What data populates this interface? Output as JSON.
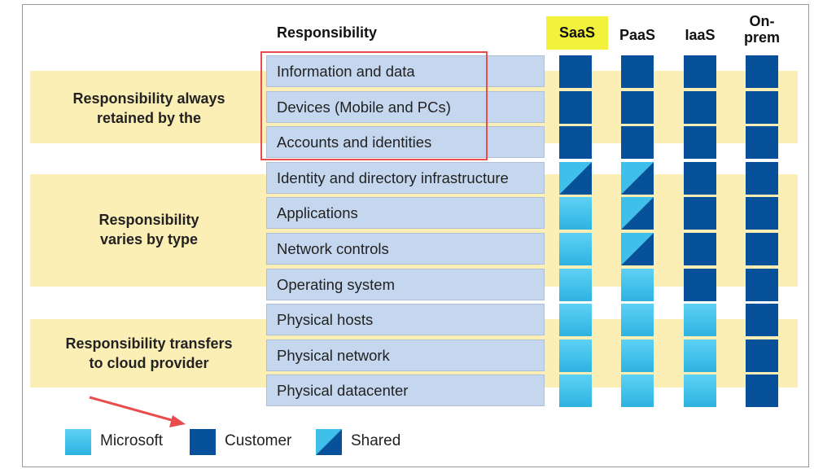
{
  "header": {
    "responsibility": "Responsibility"
  },
  "columns": [
    {
      "label": "SaaS",
      "highlight": true
    },
    {
      "label": "PaaS",
      "highlight": false
    },
    {
      "label": "IaaS",
      "highlight": false
    },
    {
      "label": "On-\nprem",
      "highlight": false
    }
  ],
  "groups": [
    {
      "label": "Responsibility always\nretained by the"
    },
    {
      "label": "Responsibility\nvaries by type"
    },
    {
      "label": "Responsibility transfers\nto cloud provider"
    }
  ],
  "rows": [
    {
      "label": "Information and data",
      "cells": [
        "customer",
        "customer",
        "customer",
        "customer"
      ]
    },
    {
      "label": "Devices (Mobile and PCs)",
      "cells": [
        "customer",
        "customer",
        "customer",
        "customer"
      ]
    },
    {
      "label": "Accounts and identities",
      "cells": [
        "customer",
        "customer",
        "customer",
        "customer"
      ]
    },
    {
      "label": "Identity and directory infrastructure",
      "cells": [
        "shared",
        "shared",
        "customer",
        "customer"
      ]
    },
    {
      "label": "Applications",
      "cells": [
        "microsoft",
        "shared",
        "customer",
        "customer"
      ]
    },
    {
      "label": "Network controls",
      "cells": [
        "microsoft",
        "shared",
        "customer",
        "customer"
      ]
    },
    {
      "label": "Operating system",
      "cells": [
        "microsoft",
        "microsoft",
        "customer",
        "customer"
      ]
    },
    {
      "label": "Physical hosts",
      "cells": [
        "microsoft",
        "microsoft",
        "microsoft",
        "customer"
      ]
    },
    {
      "label": "Physical network",
      "cells": [
        "microsoft",
        "microsoft",
        "microsoft",
        "customer"
      ]
    },
    {
      "label": "Physical datacenter",
      "cells": [
        "microsoft",
        "microsoft",
        "microsoft",
        "customer"
      ]
    }
  ],
  "legend": [
    {
      "type": "microsoft",
      "label": "Microsoft"
    },
    {
      "type": "customer",
      "label": "Customer"
    },
    {
      "type": "shared",
      "label": "Shared"
    }
  ],
  "colors": {
    "microsoft": "#3fc0ea",
    "customer": "#07519a",
    "saas_highlight": "#f2f23c",
    "band": "#fbefb6",
    "annotation_red": "#e84c4c"
  }
}
